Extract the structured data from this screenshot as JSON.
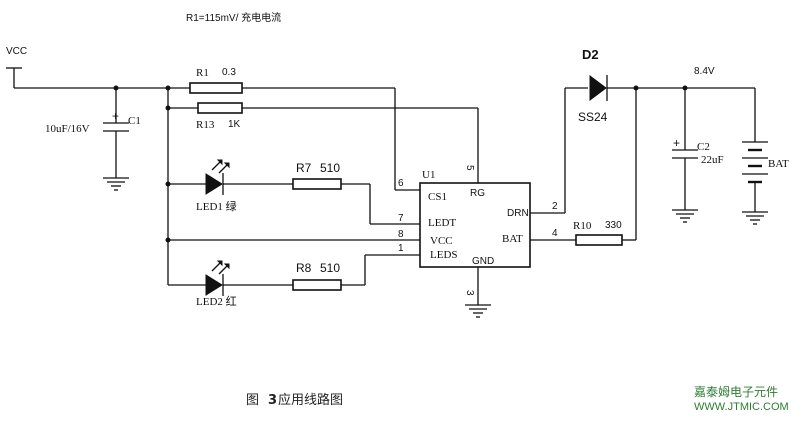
{
  "header": {
    "note": "R1=115mV/ 充电电流"
  },
  "rails": {
    "vcc": "VCC",
    "vout": "8.4V"
  },
  "components": {
    "c1": {
      "ref": "C1",
      "value": "10uF/16V"
    },
    "r1": {
      "ref": "R1",
      "value": "0.3"
    },
    "r13": {
      "ref": "R13",
      "value": "1K"
    },
    "led1": {
      "label": "LED1 绿"
    },
    "r7": {
      "ref": "R7",
      "value": "510"
    },
    "led2": {
      "label": "LED2 红"
    },
    "r8": {
      "ref": "R8",
      "value": "510"
    },
    "ic": {
      "ref": "U1"
    },
    "d2": {
      "ref": "D2",
      "value": "SS24"
    },
    "c2": {
      "ref": "C2",
      "value": "22uF"
    },
    "bat": {
      "label": "BAT"
    },
    "r10": {
      "ref": "R10",
      "value": "330"
    }
  },
  "ic_pins": {
    "cs": "CS1",
    "rg": "RG",
    "ledt": "LEDT",
    "vcc": "VCC",
    "leds": "LEDS",
    "gnd": "GND",
    "drn": "DRN",
    "bat": "BAT"
  },
  "pin_numbers": {
    "p5": "5",
    "p6": "6",
    "p7": "7",
    "p8": "8",
    "p1": "1",
    "p3": "3",
    "p2": "2",
    "p4": "4"
  },
  "plus_sign": "+",
  "caption": {
    "prefix": "图",
    "number": "3",
    "text": "应用线路图"
  },
  "watermark": {
    "line1": "嘉泰姆电子元件",
    "line2": "WWW.JTMIC.COM"
  }
}
